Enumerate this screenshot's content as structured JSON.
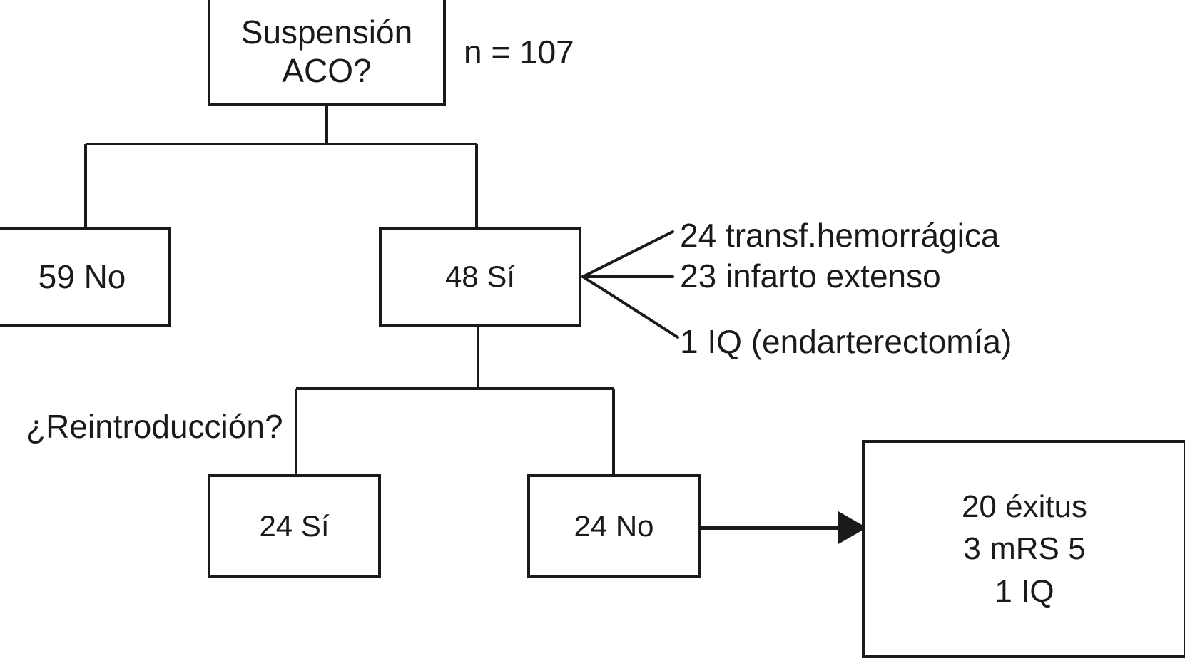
{
  "diagram": {
    "title": "Suspensión ACO flowchart",
    "stroke_color": "#1a1a1a",
    "background_color": "#ffffff",
    "nodes": {
      "root": {
        "label": "Suspensión\nACO?"
      },
      "no_59": {
        "label": "59 No"
      },
      "si_48": {
        "label": "48 Sí"
      },
      "reintro_si_24": {
        "label": "24 Sí"
      },
      "reintro_no_24": {
        "label": "24 No"
      },
      "outcome": {
        "label": "20 éxitus\n3 mRS 5\n1 IQ"
      }
    },
    "labels": {
      "total_n": "n = 107",
      "reintroduction_question": "¿Reintroducción?"
    },
    "annotations": [
      {
        "text": "24 transf.hemorrágica"
      },
      {
        "text": "23 infarto extenso"
      },
      {
        "text": "1 IQ (endarterectomía)"
      }
    ]
  }
}
